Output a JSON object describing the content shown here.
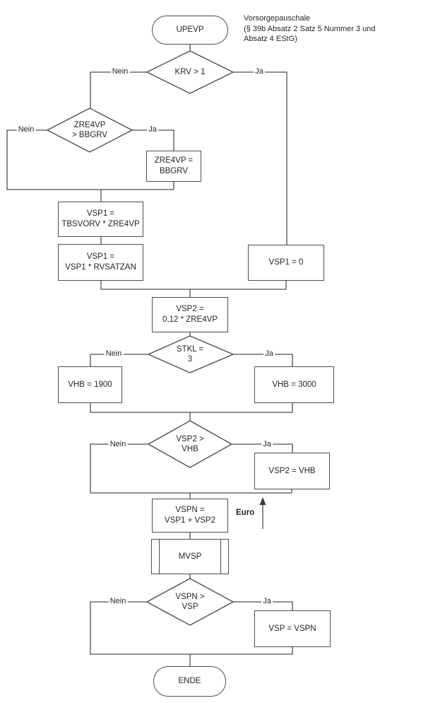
{
  "annotation": {
    "text": "Vorsorgepauschale\n(§ 39b Absatz 2 Satz 5 Nummer 3 und\nAbsatz 4 EStG)"
  },
  "branch_labels": {
    "yes": "Ja",
    "no": "Nein"
  },
  "euro_label": "Euro",
  "nodes": {
    "start": {
      "label": "UPEVP",
      "type": "terminator"
    },
    "krv_decision": {
      "label": "KRV > 1",
      "type": "decision"
    },
    "zre4vp_decision": {
      "label": "ZRE4VP\n> BBGRV",
      "type": "decision"
    },
    "zre4vp_assign": {
      "label": "ZRE4VP =\nBBGRV",
      "type": "process"
    },
    "vsp1_calc1": {
      "label": "VSP1 =\nTBSVORV * ZRE4VP",
      "type": "process"
    },
    "vsp1_calc2": {
      "label": "VSP1 =\nVSP1 * RVSATZAN",
      "type": "process"
    },
    "vsp1_zero": {
      "label": "VSP1 = 0",
      "type": "process"
    },
    "vsp2_calc": {
      "label": "VSP2 =\n0,12 * ZRE4VP",
      "type": "process"
    },
    "stkl_decision": {
      "label": "STKL =\n3",
      "type": "decision"
    },
    "vhb_1900": {
      "label": "VHB = 1900",
      "type": "process"
    },
    "vhb_3000": {
      "label": "VHB = 3000",
      "type": "process"
    },
    "vsp2_vhb_decision": {
      "label": "VSP2 >\nVHB",
      "type": "decision"
    },
    "vsp2_assign": {
      "label": "VSP2 = VHB",
      "type": "process"
    },
    "vspn_calc": {
      "label": "VSPN =\nVSP1 + VSP2",
      "type": "process"
    },
    "mvsp": {
      "label": "MVSP",
      "type": "predefined-process"
    },
    "vspn_decision": {
      "label": "VSPN >\nVSP",
      "type": "decision"
    },
    "vsp_assign": {
      "label": "VSP = VSPN",
      "type": "process"
    },
    "end": {
      "label": "ENDE",
      "type": "terminator"
    }
  },
  "colors": {
    "line": "#4d4d4d",
    "text": "#23232e",
    "background": "#ffffff"
  }
}
